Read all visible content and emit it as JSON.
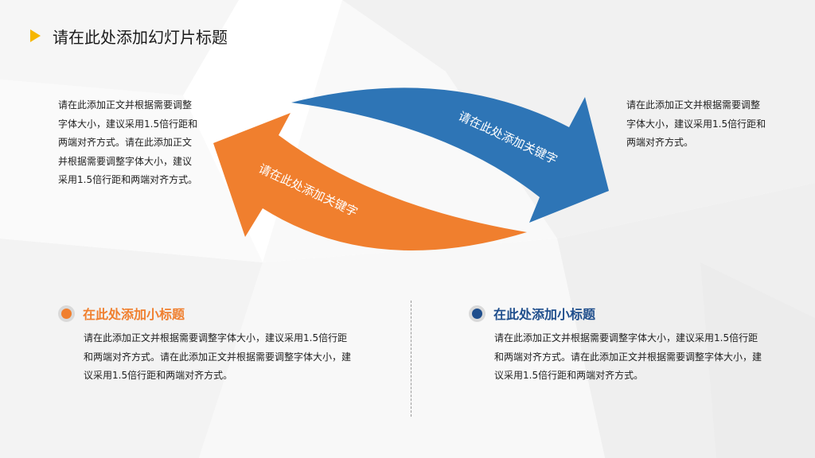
{
  "header": {
    "title": "请在此处添加幻灯片标题"
  },
  "left_text": "请在此添加正文并根据需要调整字体大小，建议采用1.5倍行距和两端对齐方式。请在此添加正文并根据需要调整字体大小，建议采用1.5倍行距和两端对齐方式。",
  "right_text": "请在此添加正文并根据需要调整字体大小，建议采用1.5倍行距和两端对齐方式。",
  "arrows": {
    "orange_keyword": "请在此处添加关键字",
    "blue_keyword": "请在此处添加关键字",
    "orange_color": "#f07f2e",
    "blue_color": "#2e75b6"
  },
  "sections": [
    {
      "title": "在此处添加小标题",
      "color": "#f07f2e",
      "text": "请在此添加正文并根据需要调整字体大小，建议采用1.5倍行距和两端对齐方式。请在此添加正文并根据需要调整字体大小，建议采用1.5倍行距和两端对齐方式。"
    },
    {
      "title": "在此处添加小标题",
      "color": "#1f4e8c",
      "text": "请在此添加正文并根据需要调整字体大小，建议采用1.5倍行距和两端对齐方式。请在此添加正文并根据需要调整字体大小，建议采用1.5倍行距和两端对齐方式。"
    }
  ],
  "colors": {
    "accent_marker": "#f6b700",
    "dot_ring": "#d9d9d9"
  }
}
